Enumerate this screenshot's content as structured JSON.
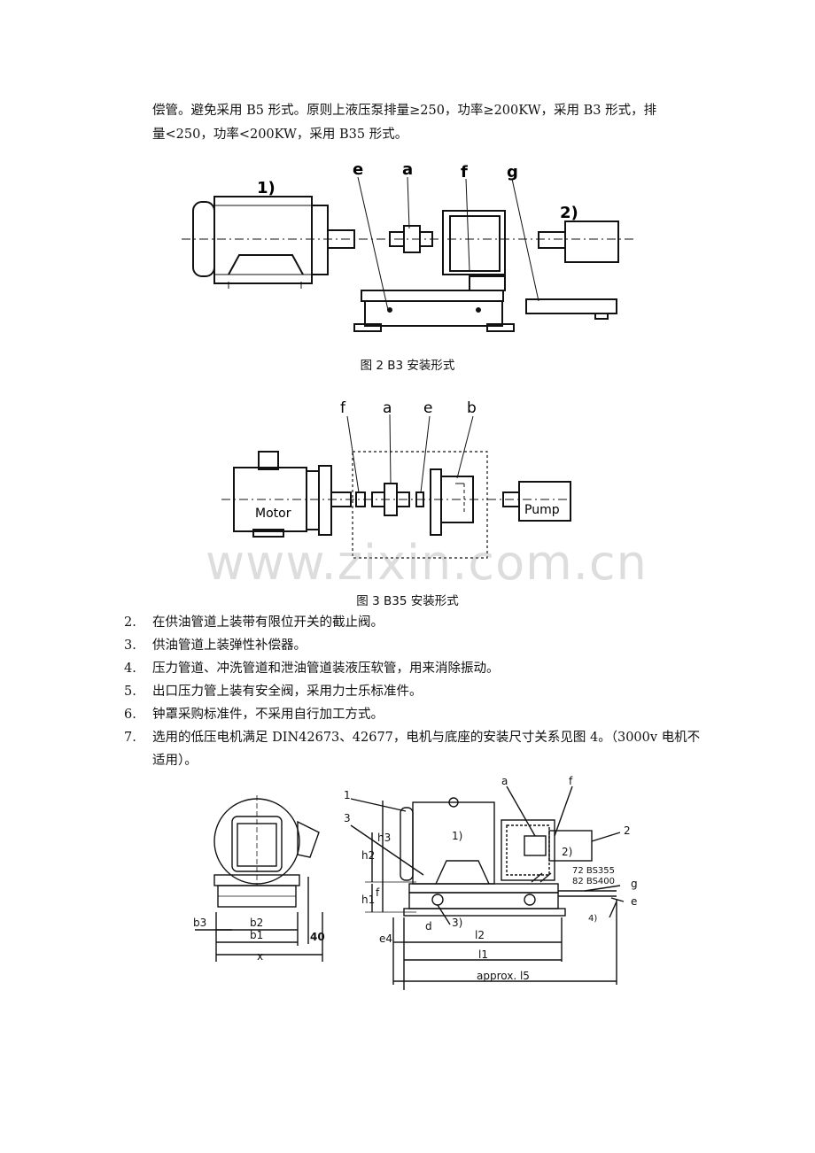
{
  "intro": {
    "line1": "偿管。避免采用 B5 形式。原则上液压泵排量≥250，功率≥200KW，采用 B3 形式，排",
    "line2": "量<250，功率<200KW，采用 B35 形式。"
  },
  "figure2": {
    "caption": "图 2 B3 安装形式",
    "labels": {
      "one": "1)",
      "two": "2)",
      "e": "e",
      "a": "a",
      "f": "f",
      "g": "g"
    }
  },
  "figure3": {
    "caption": "图 3 B35 安装形式",
    "labels": {
      "f": "f",
      "a": "a",
      "e": "e",
      "b": "b",
      "motor": "Motor",
      "pump": "Pump"
    }
  },
  "watermark": "www.zixin.com.cn",
  "list": [
    {
      "num": "2.",
      "text": "在供油管道上装带有限位开关的截止阀。"
    },
    {
      "num": "3.",
      "text": "供油管道上装弹性补偿器。"
    },
    {
      "num": "4.",
      "text": "压力管道、冲洗管道和泄油管道装液压软管，用来消除振动。"
    },
    {
      "num": "5.",
      "text": "出口压力管上装有安全阀，采用力士乐标准件。"
    },
    {
      "num": "6.",
      "text": "钟罩采购标准件，不采用自行加工方式。"
    },
    {
      "num": "7.",
      "text": "选用的低压电机满足 DIN42673、42677，电机与底座的安装尺寸关系见图 4。（3000v 电机不适用）。"
    }
  ],
  "figure4": {
    "left": {
      "b3": "b3",
      "b2": "b2",
      "b1": "b1",
      "x": "x",
      "forty": "40"
    },
    "right": {
      "n1": "1",
      "n2": "2",
      "n3": "3",
      "a": "a",
      "f": "f",
      "g": "g",
      "e": "e",
      "one_paren": "1)",
      "two_paren": "2)",
      "three_paren": "3)",
      "four_paren": "4)",
      "bs355": "72 BS355",
      "bs400": "82 BS400",
      "h1": "h1",
      "h2": "h2",
      "h3": "h3",
      "fdim": "f",
      "d": "d",
      "e4": "e4",
      "l2": "l2",
      "l1": "l1",
      "l5": "approx. l5"
    }
  }
}
